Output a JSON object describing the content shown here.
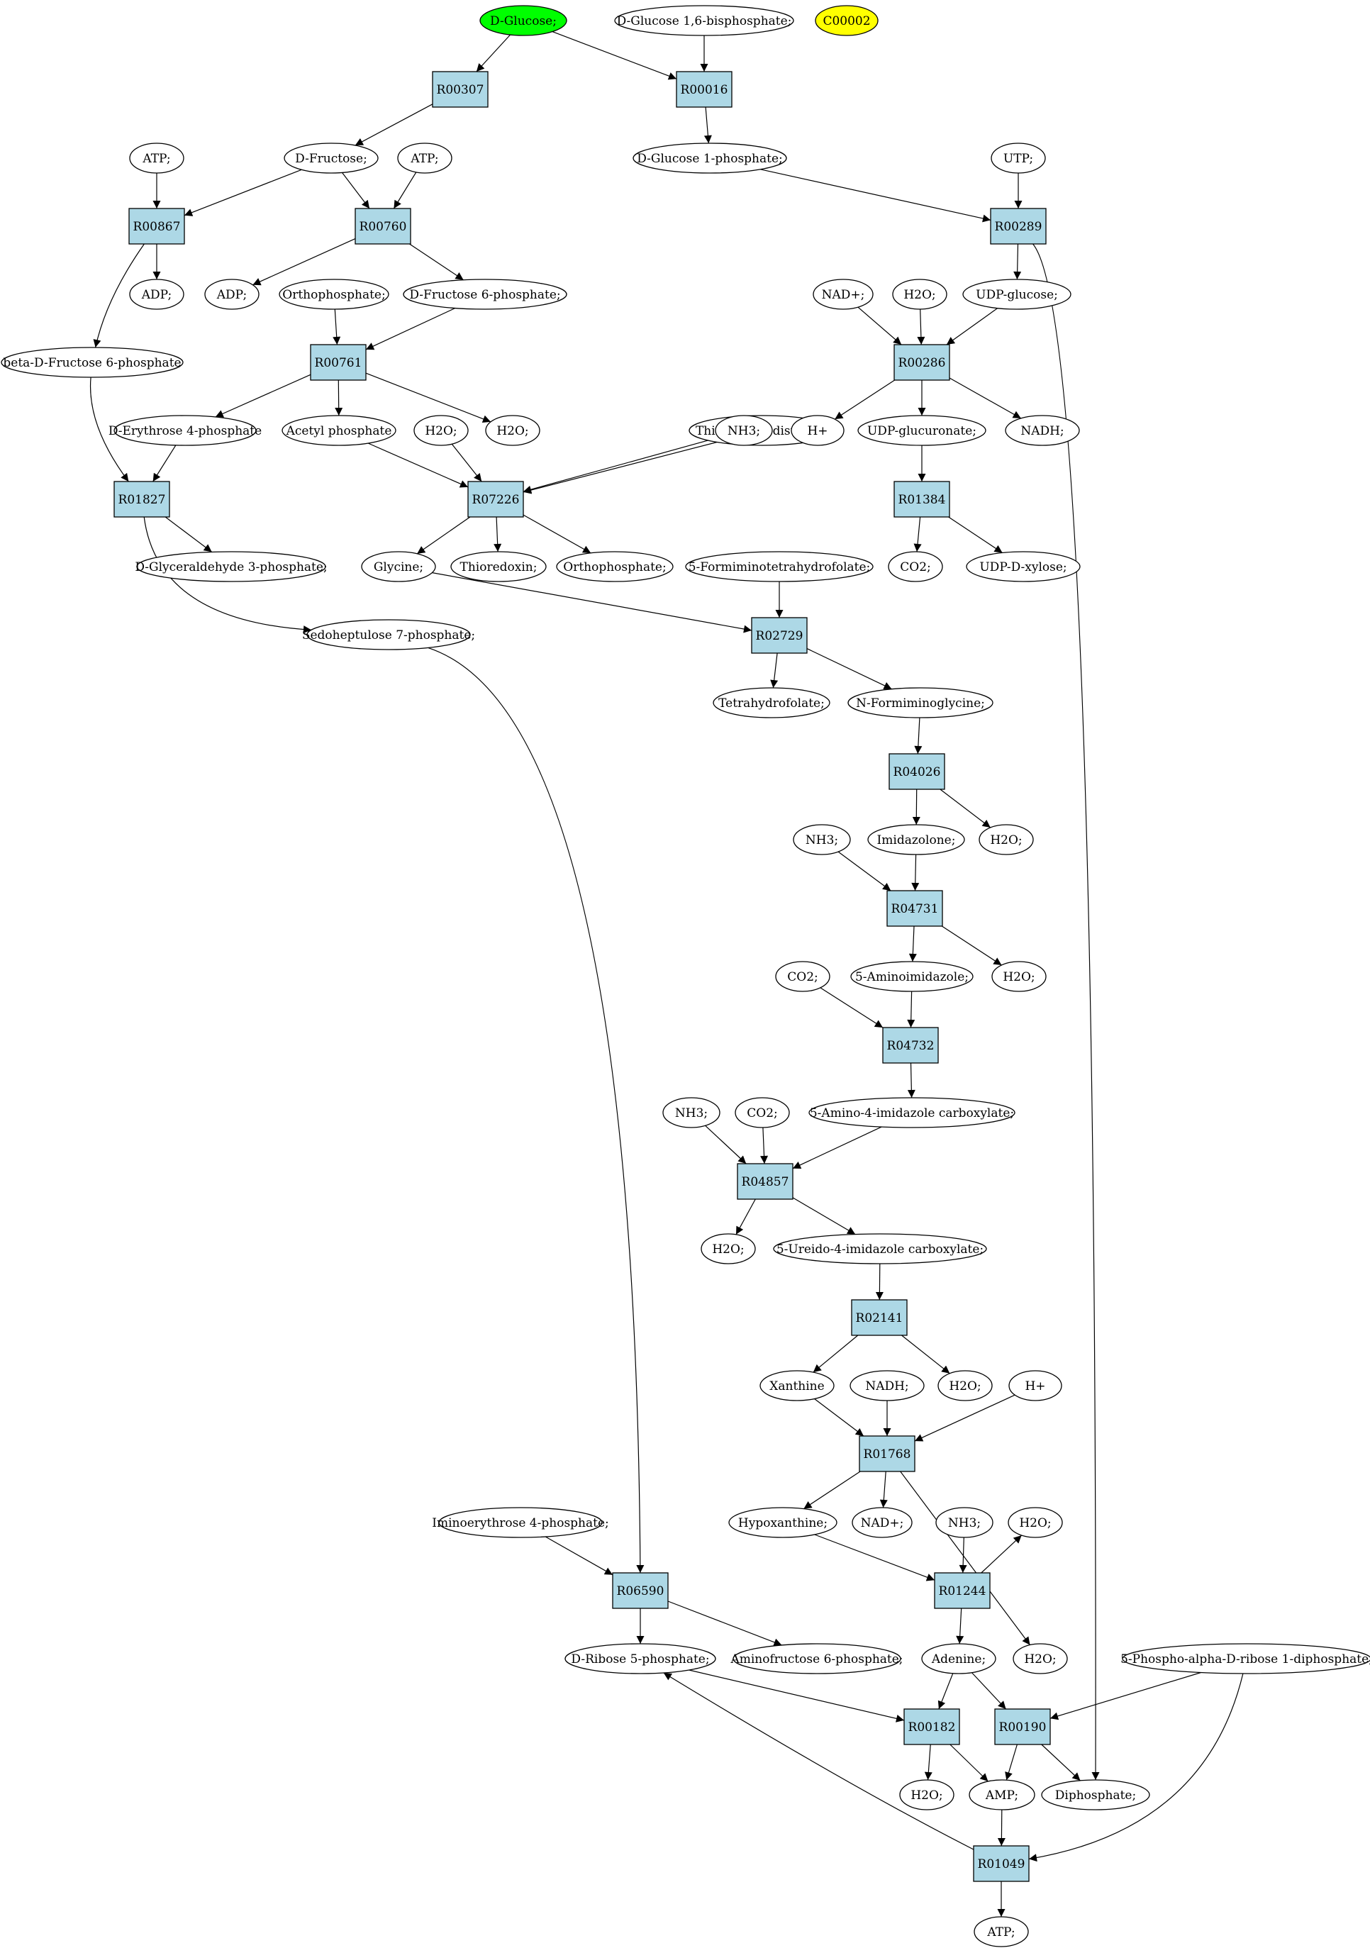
{
  "colors": {
    "start": "#00ff00",
    "highlight": "#ffff00",
    "compound": "#ffffff",
    "reaction": "#add8e6"
  },
  "compounds": [
    {
      "id": "glc",
      "label": "D-Glucose;",
      "color": "start"
    },
    {
      "id": "glc16bp",
      "label": "D-Glucose 1,6-bisphosphate;"
    },
    {
      "id": "c00002",
      "label": "C00002",
      "color": "highlight"
    },
    {
      "id": "atp1",
      "label": "ATP;"
    },
    {
      "id": "fru",
      "label": "D-Fructose;"
    },
    {
      "id": "atp2",
      "label": "ATP;"
    },
    {
      "id": "glc1p",
      "label": "D-Glucose 1-phosphate;"
    },
    {
      "id": "utp",
      "label": "UTP;"
    },
    {
      "id": "adp1",
      "label": "ADP;"
    },
    {
      "id": "adp2",
      "label": "ADP;"
    },
    {
      "id": "pi1",
      "label": "Orthophosphate;"
    },
    {
      "id": "f6p",
      "label": "D-Fructose 6-phosphate;"
    },
    {
      "id": "nad1",
      "label": "NAD+;"
    },
    {
      "id": "h2o_a",
      "label": "H2O;"
    },
    {
      "id": "udpglc",
      "label": "UDP-glucose;"
    },
    {
      "id": "bf6p",
      "label": "beta-D-Fructose 6-phosphate"
    },
    {
      "id": "e4p",
      "label": "D-Erythrose 4-phosphate"
    },
    {
      "id": "acp",
      "label": "Acetyl phosphate"
    },
    {
      "id": "h2o_b",
      "label": "H2O;"
    },
    {
      "id": "h2o_c",
      "label": "H2O;"
    },
    {
      "id": "trxss",
      "label": "Thioredoxin disulfide;"
    },
    {
      "id": "nh3_a",
      "label": "NH3;"
    },
    {
      "id": "hplus1",
      "label": "H+"
    },
    {
      "id": "udpgca",
      "label": "UDP-glucuronate;"
    },
    {
      "id": "nadh1",
      "label": "NADH;"
    },
    {
      "id": "ga3p",
      "label": "D-Glyceraldehyde 3-phosphate;"
    },
    {
      "id": "gly",
      "label": "Glycine;"
    },
    {
      "id": "trx",
      "label": "Thioredoxin;"
    },
    {
      "id": "pi2",
      "label": "Orthophosphate;"
    },
    {
      "id": "fthf",
      "label": "5-Formiminotetrahydrofolate;"
    },
    {
      "id": "co2_a",
      "label": "CO2;"
    },
    {
      "id": "udpxyl",
      "label": "UDP-D-xylose;"
    },
    {
      "id": "s7p",
      "label": "Sedoheptulose 7-phosphate;"
    },
    {
      "id": "thf",
      "label": "Tetrahydrofolate;"
    },
    {
      "id": "figly",
      "label": "N-Formiminoglycine;"
    },
    {
      "id": "nh3_b",
      "label": "NH3;"
    },
    {
      "id": "imz",
      "label": "Imidazolone;"
    },
    {
      "id": "h2o_d",
      "label": "H2O;"
    },
    {
      "id": "co2_b",
      "label": "CO2;"
    },
    {
      "id": "aim",
      "label": "5-Aminoimidazole;"
    },
    {
      "id": "h2o_e",
      "label": "H2O;"
    },
    {
      "id": "nh3_c",
      "label": "NH3;"
    },
    {
      "id": "co2_c",
      "label": "CO2;"
    },
    {
      "id": "aic",
      "label": "5-Amino-4-imidazole carboxylate;"
    },
    {
      "id": "h2o_f",
      "label": "H2O;"
    },
    {
      "id": "uic",
      "label": "5-Ureido-4-imidazole carboxylate;"
    },
    {
      "id": "xan",
      "label": "Xanthine"
    },
    {
      "id": "nadh2",
      "label": "NADH;"
    },
    {
      "id": "h2o_g",
      "label": "H2O;"
    },
    {
      "id": "hplus2",
      "label": "H+"
    },
    {
      "id": "iminoe4p",
      "label": "Iminoerythrose 4-phosphate;"
    },
    {
      "id": "hyp",
      "label": "Hypoxanthine;"
    },
    {
      "id": "nad2",
      "label": "NAD+;"
    },
    {
      "id": "nh3_d",
      "label": "NH3;"
    },
    {
      "id": "h2o_h",
      "label": "H2O;"
    },
    {
      "id": "r5p",
      "label": "D-Ribose 5-phosphate;"
    },
    {
      "id": "amf6p",
      "label": "Aminofructose 6-phosphate;"
    },
    {
      "id": "ade",
      "label": "Adenine;"
    },
    {
      "id": "h2o_i",
      "label": "H2O;"
    },
    {
      "id": "prpp",
      "label": "5-Phospho-alpha-D-ribose 1-diphosphate;"
    },
    {
      "id": "h2o_j",
      "label": "H2O;"
    },
    {
      "id": "amp",
      "label": "AMP;"
    },
    {
      "id": "ppi",
      "label": "Diphosphate;"
    },
    {
      "id": "atp3",
      "label": "ATP;"
    }
  ],
  "reactions": [
    {
      "id": "R00307",
      "label": "R00307"
    },
    {
      "id": "R00016",
      "label": "R00016"
    },
    {
      "id": "R00867",
      "label": "R00867"
    },
    {
      "id": "R00760",
      "label": "R00760"
    },
    {
      "id": "R00289",
      "label": "R00289"
    },
    {
      "id": "R00761",
      "label": "R00761"
    },
    {
      "id": "R00286",
      "label": "R00286"
    },
    {
      "id": "R01827",
      "label": "R01827"
    },
    {
      "id": "R07226",
      "label": "R07226"
    },
    {
      "id": "R01384",
      "label": "R01384"
    },
    {
      "id": "R02729",
      "label": "R02729"
    },
    {
      "id": "R04026",
      "label": "R04026"
    },
    {
      "id": "R04731",
      "label": "R04731"
    },
    {
      "id": "R04732",
      "label": "R04732"
    },
    {
      "id": "R04857",
      "label": "R04857"
    },
    {
      "id": "R02141",
      "label": "R02141"
    },
    {
      "id": "R01768",
      "label": "R01768"
    },
    {
      "id": "R06590",
      "label": "R06590"
    },
    {
      "id": "R01244",
      "label": "R01244"
    },
    {
      "id": "R00182",
      "label": "R00182"
    },
    {
      "id": "R00190",
      "label": "R00190"
    },
    {
      "id": "R01049",
      "label": "R01049"
    }
  ],
  "edges": [
    [
      "glc",
      "R00307"
    ],
    [
      "glc",
      "R00016"
    ],
    [
      "glc16bp",
      "R00016"
    ],
    [
      "R00307",
      "fru"
    ],
    [
      "R00016",
      "glc1p"
    ],
    [
      "atp1",
      "R00867"
    ],
    [
      "fru",
      "R00867"
    ],
    [
      "fru",
      "R00760"
    ],
    [
      "atp2",
      "R00760"
    ],
    [
      "glc1p",
      "R00289"
    ],
    [
      "utp",
      "R00289"
    ],
    [
      "R00867",
      "adp1"
    ],
    [
      "R00867",
      "bf6p"
    ],
    [
      "R00760",
      "adp2"
    ],
    [
      "R00760",
      "f6p"
    ],
    [
      "R00289",
      "udpglc"
    ],
    [
      "R00289",
      "ppi"
    ],
    [
      "pi1",
      "R00761"
    ],
    [
      "f6p",
      "R00761"
    ],
    [
      "nad1",
      "R00286"
    ],
    [
      "h2o_a",
      "R00286"
    ],
    [
      "udpglc",
      "R00286"
    ],
    [
      "R00761",
      "e4p"
    ],
    [
      "R00761",
      "acp"
    ],
    [
      "R00761",
      "h2o_c"
    ],
    [
      "R00286",
      "hplus1"
    ],
    [
      "R00286",
      "udpgca"
    ],
    [
      "R00286",
      "nadh1"
    ],
    [
      "bf6p",
      "R01827"
    ],
    [
      "e4p",
      "R01827"
    ],
    [
      "acp",
      "R07226"
    ],
    [
      "h2o_b",
      "R07226"
    ],
    [
      "trxss",
      "R07226"
    ],
    [
      "nh3_a",
      "R07226"
    ],
    [
      "udpgca",
      "R01384"
    ],
    [
      "R01827",
      "ga3p"
    ],
    [
      "R01827",
      "s7p"
    ],
    [
      "R07226",
      "gly"
    ],
    [
      "R07226",
      "trx"
    ],
    [
      "R07226",
      "pi2"
    ],
    [
      "R01384",
      "co2_a"
    ],
    [
      "R01384",
      "udpxyl"
    ],
    [
      "gly",
      "R02729"
    ],
    [
      "fthf",
      "R02729"
    ],
    [
      "R02729",
      "thf"
    ],
    [
      "R02729",
      "figly"
    ],
    [
      "figly",
      "R04026"
    ],
    [
      "R04026",
      "imz"
    ],
    [
      "R04026",
      "h2o_d"
    ],
    [
      "nh3_b",
      "R04731"
    ],
    [
      "imz",
      "R04731"
    ],
    [
      "R04731",
      "aim"
    ],
    [
      "R04731",
      "h2o_e"
    ],
    [
      "co2_b",
      "R04732"
    ],
    [
      "aim",
      "R04732"
    ],
    [
      "R04732",
      "aic"
    ],
    [
      "nh3_c",
      "R04857"
    ],
    [
      "co2_c",
      "R04857"
    ],
    [
      "aic",
      "R04857"
    ],
    [
      "R04857",
      "h2o_f"
    ],
    [
      "R04857",
      "uic"
    ],
    [
      "uic",
      "R02141"
    ],
    [
      "R02141",
      "xan"
    ],
    [
      "R02141",
      "h2o_g"
    ],
    [
      "xan",
      "R01768"
    ],
    [
      "nadh2",
      "R01768"
    ],
    [
      "hplus2",
      "R01768"
    ],
    [
      "R01768",
      "hyp"
    ],
    [
      "R01768",
      "nad2"
    ],
    [
      "R01768",
      "h2o_i"
    ],
    [
      "s7p",
      "R06590"
    ],
    [
      "iminoe4p",
      "R06590"
    ],
    [
      "R06590",
      "r5p"
    ],
    [
      "R06590",
      "amf6p"
    ],
    [
      "hyp",
      "R01244"
    ],
    [
      "nh3_d",
      "R01244"
    ],
    [
      "R01244",
      "ade"
    ],
    [
      "R01244",
      "h2o_h"
    ],
    [
      "r5p",
      "R00182"
    ],
    [
      "ade",
      "R00182"
    ],
    [
      "ade",
      "R00190"
    ],
    [
      "prpp",
      "R00190"
    ],
    [
      "prpp",
      "R01049"
    ],
    [
      "R00182",
      "h2o_j"
    ],
    [
      "R00182",
      "amp"
    ],
    [
      "R00190",
      "amp"
    ],
    [
      "R00190",
      "ppi"
    ],
    [
      "amp",
      "R01049"
    ],
    [
      "R01049",
      "r5p"
    ],
    [
      "R01049",
      "atp3"
    ]
  ]
}
